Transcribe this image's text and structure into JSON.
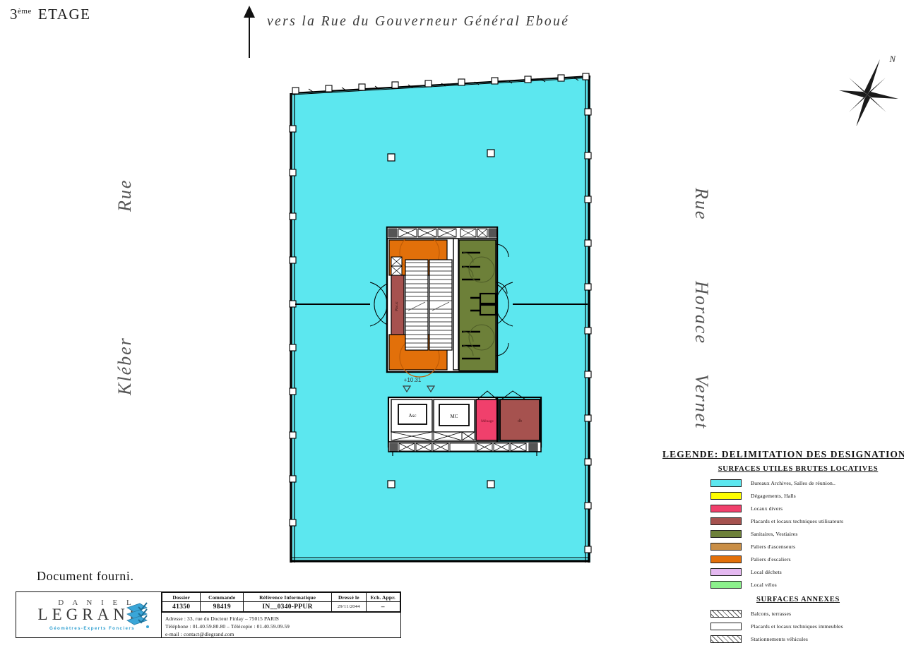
{
  "header": {
    "floor_ordinal_number": "3",
    "floor_ordinal_suffix": "ème",
    "floor_label": "ETAGE",
    "north_street_note": "vers la Rue du Gouverneur Général Eboué",
    "north_arrow": "north-arrow-icon"
  },
  "compass": {
    "north_letter": "N",
    "icon": "compass-rose-icon"
  },
  "streets": {
    "west_line1": "Rue",
    "west_line2": "Kléber",
    "east_line1": "Rue",
    "east_line2": "Horace",
    "east_line3": "Vernet"
  },
  "plan": {
    "level_marker": "+10.31",
    "rooms": [
      {
        "name": "Asc",
        "label": "Asc"
      },
      {
        "name": "MC",
        "label": "MC"
      },
      {
        "name": "Menage",
        "label": "Ménage"
      },
      {
        "name": "db",
        "label": "db"
      }
    ],
    "colors": {
      "office": "#5ce7ef",
      "circulation": "#ffff00",
      "wet_rooms": "#f0406c",
      "technical_user": "#a6524f",
      "sanitary": "#6d8039",
      "lift_landing": "#c98e46",
      "stair_landing": "#e2700a",
      "waste": "#e4b8f0",
      "bikes": "#8cf08c",
      "wall": "#000000"
    }
  },
  "legend": {
    "title": "LEGENDE:  DELIMITATION  DES  DESIGNATIONS",
    "section1_title": "SURFACES UTILES BRUTES LOCATIVES",
    "section1_items": [
      {
        "color": "#5ce7ef",
        "label": "Bureaux Archives, Salles de réunion.."
      },
      {
        "color": "#ffff00",
        "label": "Dégagements, Halls"
      },
      {
        "color": "#f0406c",
        "label": "Locaux divers"
      },
      {
        "color": "#a6524f",
        "label": "Placards et locaux techniques utilisateurs"
      },
      {
        "color": "#6d8039",
        "label": "Sanitaires, Vestiaires"
      },
      {
        "color": "#c98e46",
        "label": "Paliers d'ascenseurs"
      },
      {
        "color": "#e2700a",
        "label": "Paliers d'escaliers"
      },
      {
        "color": "#e4b8f0",
        "label": "Local déchets"
      },
      {
        "color": "#8cf08c",
        "label": "Local vélos"
      }
    ],
    "section2_title": "SURFACES ANNEXES",
    "section2_items": [
      {
        "pattern": "hatch-a",
        "label": "Balcons, terrasses"
      },
      {
        "pattern": "hatch-none",
        "label": "Placards et locaux techniques immeubles"
      },
      {
        "pattern": "hatch-b",
        "label": "Stationnements véhicules"
      }
    ]
  },
  "document_note": "Document fourni.",
  "title_block": {
    "logo_line1": "D A N I E L",
    "logo_line2": "LEGRAND",
    "logo_sub": "Géomètres-Experts Fonciers",
    "headers": [
      "Dossier",
      "Commande",
      "Référence Informatique",
      "Dressé le",
      "Ech. Appr."
    ],
    "values": [
      "41350",
      "98419",
      "IN__0340-PPUR",
      "29/11/2044",
      "–"
    ],
    "contact": [
      "Adresse : 33, rue du Docteur Finlay – 75015 PARIS",
      "Téléphone :  01.40.59.80.80  –   Télécopie :  01.40.59.09.59",
      "e-mail :  contact@dlegrand.com"
    ]
  }
}
